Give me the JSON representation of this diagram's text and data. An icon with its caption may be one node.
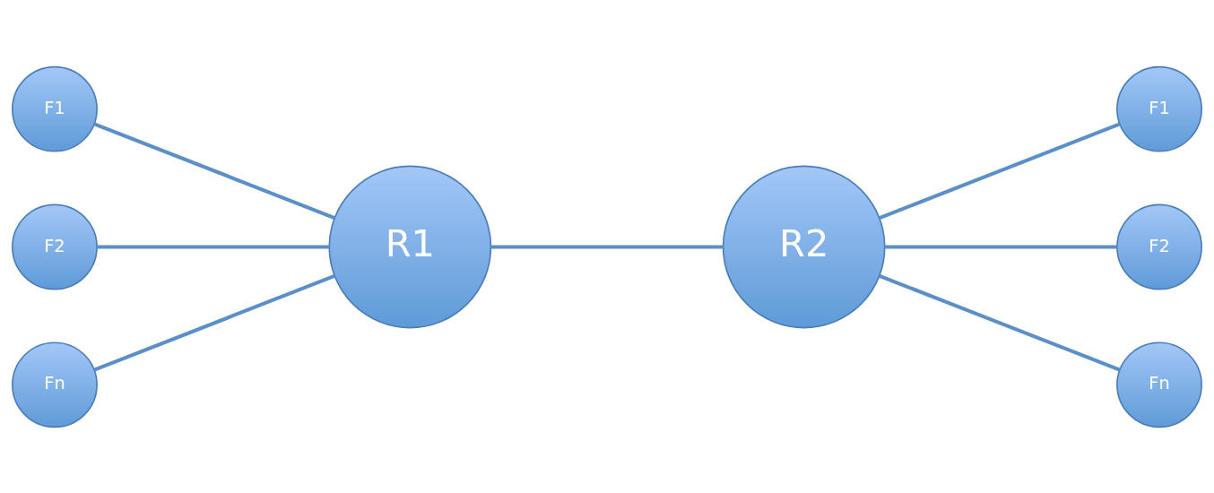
{
  "diagram": {
    "nodes": [
      {
        "text": [
          "F1"
        ]
      },
      {
        "text": [
          "F2"
        ]
      },
      {
        "text": [
          "Fn"
        ]
      },
      {
        "text": [
          "R1"
        ]
      },
      {
        "text": [
          "R2"
        ]
      },
      {
        "text": [
          "F1"
        ]
      },
      {
        "text": [
          "F2"
        ]
      },
      {
        "text": [
          "Fn"
        ]
      }
    ],
    "edges": [
      {
        "from": 0,
        "to": 3,
        "arrow": "none"
      },
      {
        "from": 1,
        "to": 3,
        "arrow": "none"
      },
      {
        "from": 2,
        "to": 3,
        "arrow": "none"
      },
      {
        "from": 3,
        "to": 4,
        "arrow": "none"
      },
      {
        "from": 4,
        "to": 5,
        "arrow": "none"
      },
      {
        "from": 4,
        "to": 6,
        "arrow": "none"
      },
      {
        "from": 4,
        "to": 7,
        "arrow": "none"
      }
    ]
  }
}
